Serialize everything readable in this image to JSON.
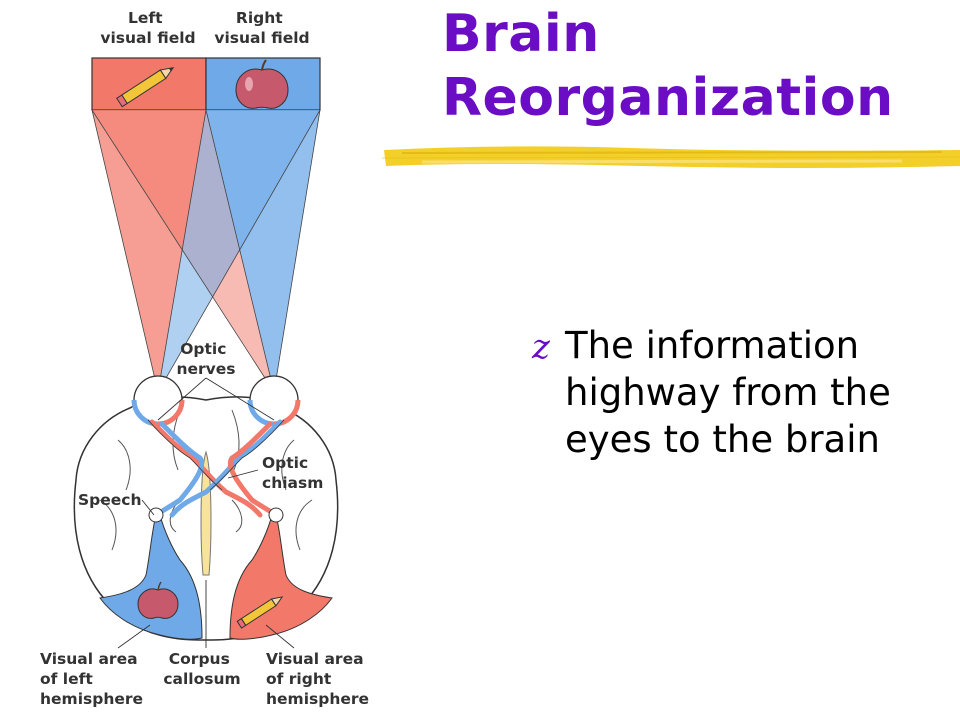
{
  "title": {
    "line1": "Brain",
    "line2": "Reorganization"
  },
  "bullet": {
    "marker": "z",
    "text": "The information highway from the eyes to the brain"
  },
  "diagram": {
    "left_field": [
      "Left",
      "visual field"
    ],
    "right_field": [
      "Right",
      "visual field"
    ],
    "optic_nerves": [
      "Optic",
      "nerves"
    ],
    "optic_chiasm": [
      "Optic",
      "chiasm"
    ],
    "speech": "Speech",
    "visual_left": [
      "Visual area",
      "of left",
      "hemisphere"
    ],
    "corpus": [
      "Corpus",
      "callosum"
    ],
    "visual_right": [
      "Visual area",
      "of right",
      "hemisphere"
    ]
  },
  "colors": {
    "title": "#6a0dc4",
    "left_field": "#f2786a",
    "right_field": "#6fa9e8",
    "highlight": "#f3cf2a"
  }
}
